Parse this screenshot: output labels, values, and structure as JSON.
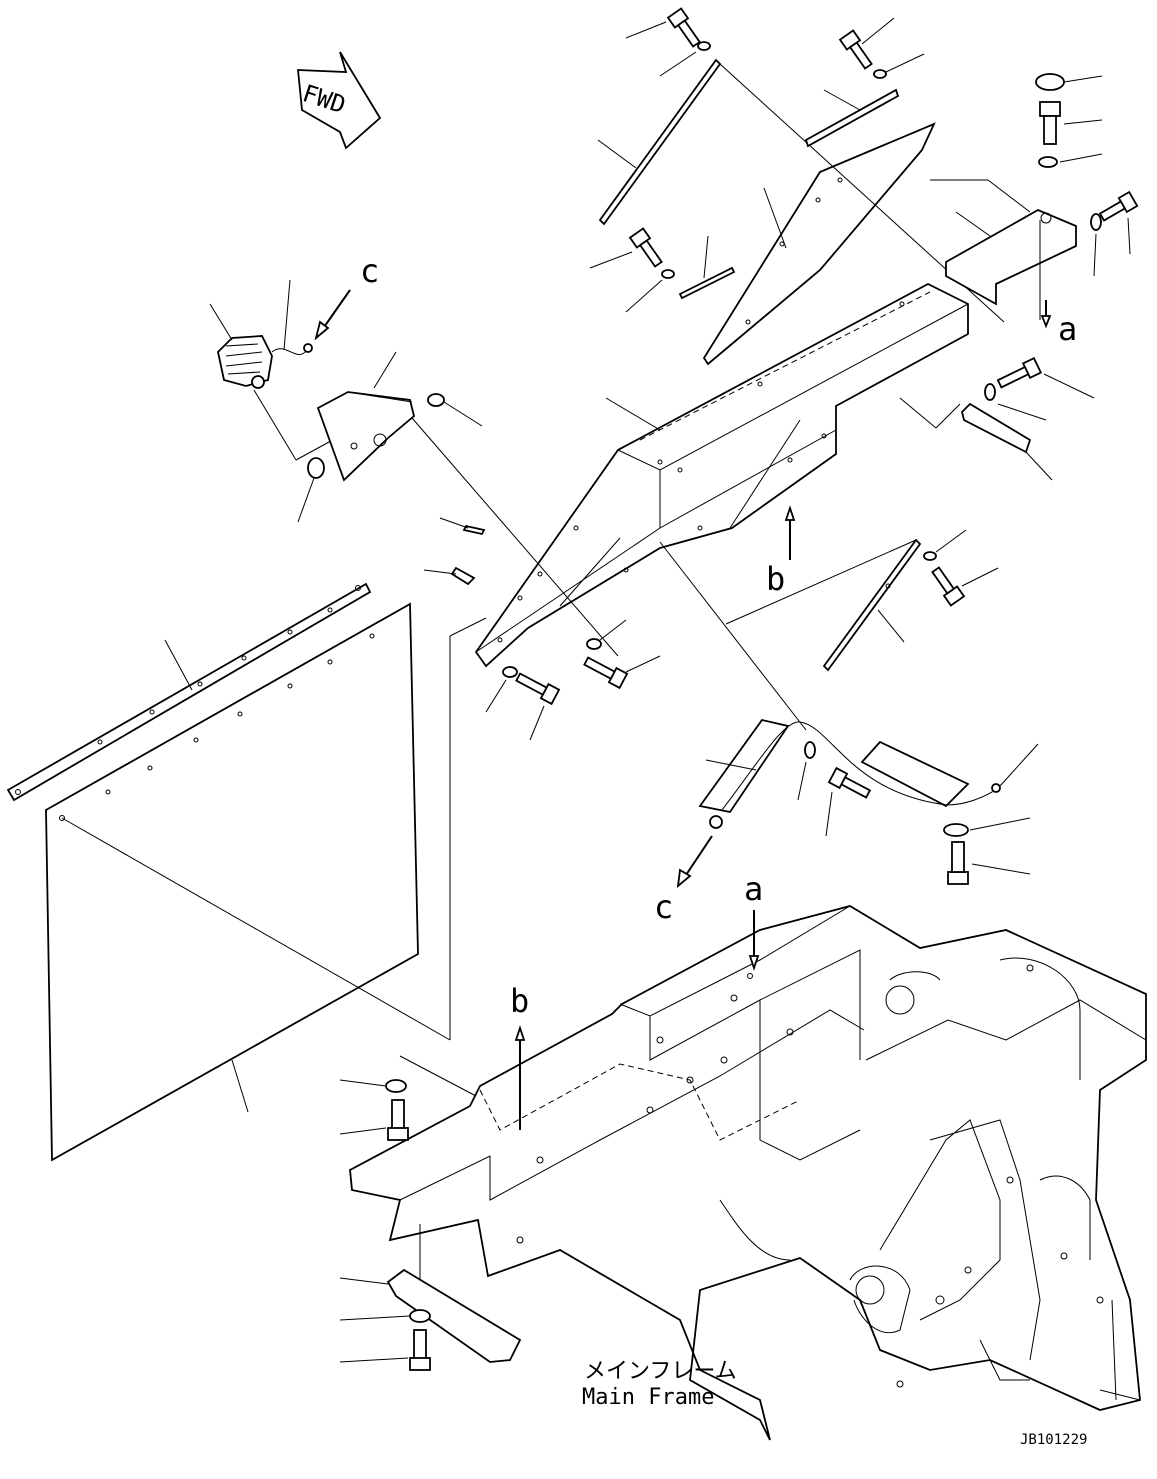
{
  "diagram": {
    "fwd_label": "FWD",
    "callouts": {
      "a_top": "a",
      "a_bottom": "a",
      "b_mid": "b",
      "b_bottom": "b",
      "c_top": "c",
      "c_bottom": "c"
    },
    "main_frame_jp": "メインフレーム",
    "main_frame_en": "Main Frame",
    "figure_code": "JB101229"
  }
}
